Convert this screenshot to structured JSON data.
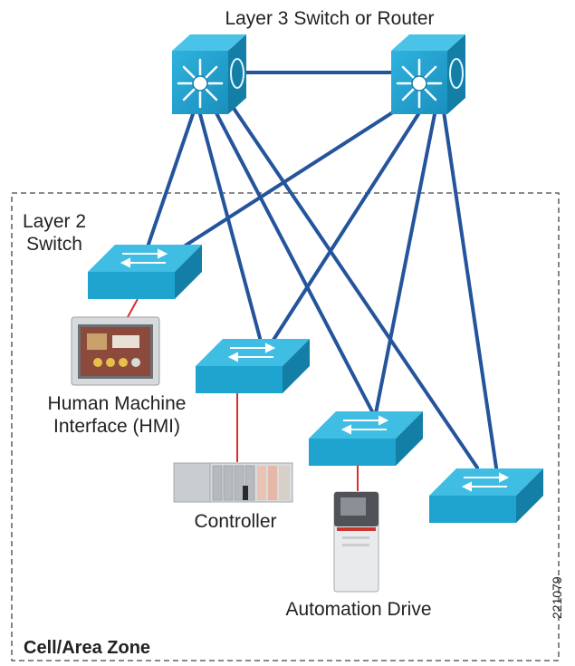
{
  "labels": {
    "top": "Layer 3 Switch or Router",
    "l2_line1": "Layer 2",
    "l2_line2": "Switch",
    "hmi_line1": "Human Machine",
    "hmi_line2": "Interface (HMI)",
    "controller": "Controller",
    "drive": "Automation Drive",
    "zone": "Cell/Area Zone",
    "figure_id": "221079"
  },
  "colors": {
    "switch_face": "#1fa3cf",
    "switch_top": "#3fbde3",
    "switch_side": "#137ea6",
    "link": "#24549b",
    "device_link": "#d9302c",
    "zone_border": "#444444",
    "arrow": "#ffffff"
  }
}
